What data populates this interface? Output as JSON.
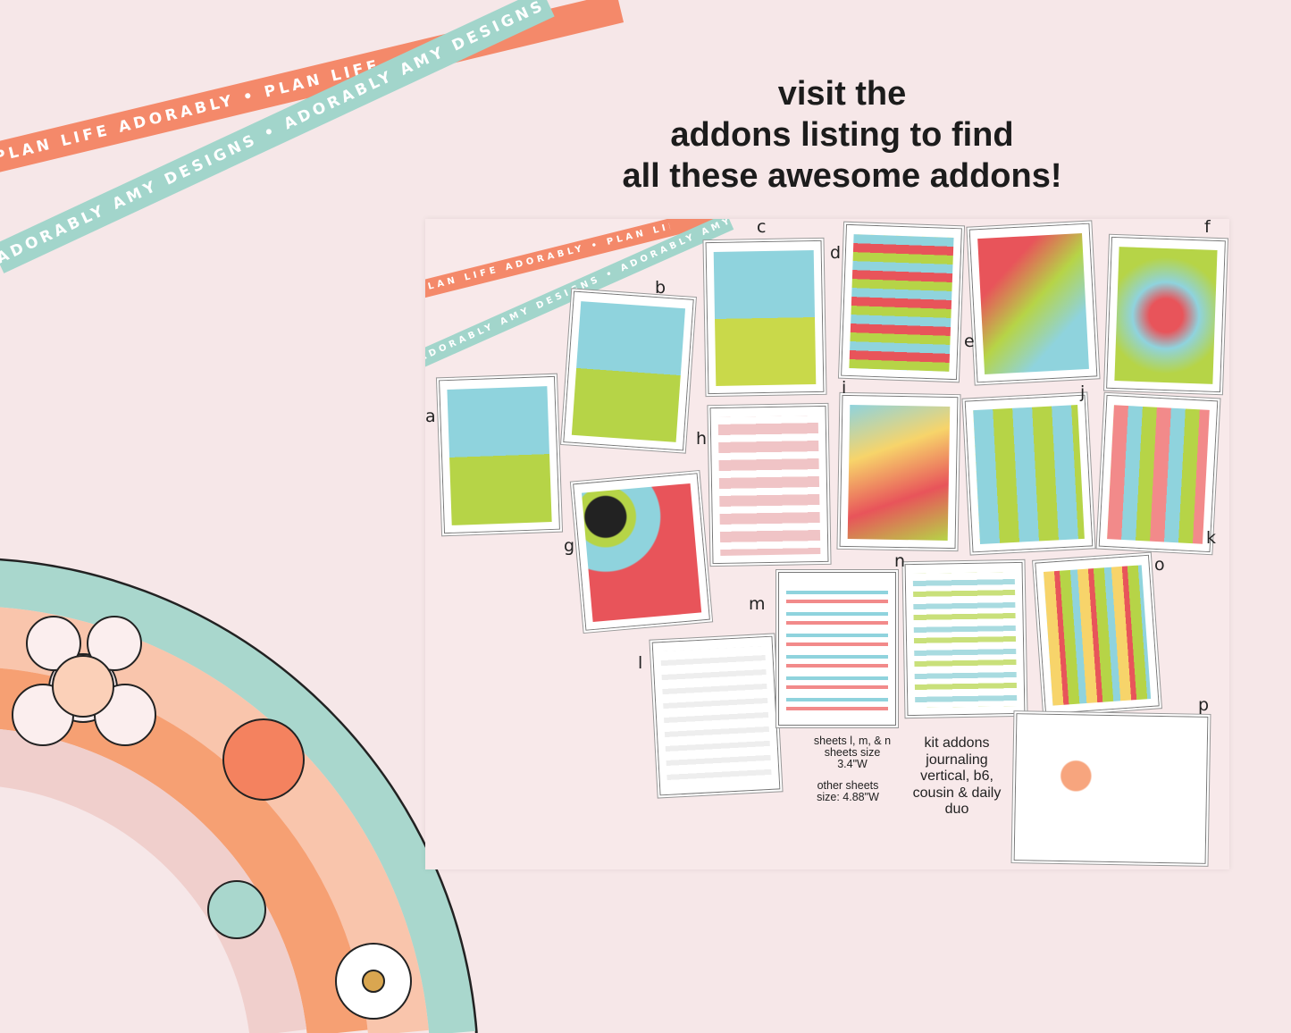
{
  "ribbons": {
    "orange": "PLAN LIFE ADORABLY • PLAN LIFE ADORABLY • PLAN LIFE ADORABLY •",
    "teal": "ADORABLY AMY DESIGNS • ADORABLY AMY DESIGNS • ADORABLY AMY DESIGNS •"
  },
  "headline": {
    "line1": "visit the",
    "line2": "addons listing to find",
    "line3": "all these awesome addons!"
  },
  "sheet_labels": [
    "a",
    "b",
    "c",
    "d",
    "e",
    "f",
    "g",
    "h",
    "i",
    "j",
    "k",
    "l",
    "m",
    "n",
    "o",
    "p"
  ],
  "notes": {
    "sizes_1": "sheets l, m, & n sheets size 3.4\"W",
    "sizes_2": "other sheets size: 4.88\"W",
    "kits": "kit addons journaling vertical, b6, cousin & daily duo"
  },
  "colors": {
    "background": "#f6e7e8",
    "coral": "#f4896a",
    "teal": "#a2d5cb",
    "peach": "#f7a57e",
    "blush": "#f0cdcc",
    "lime": "#b6d447",
    "red": "#e8545a",
    "blue": "#8fd3dd"
  }
}
